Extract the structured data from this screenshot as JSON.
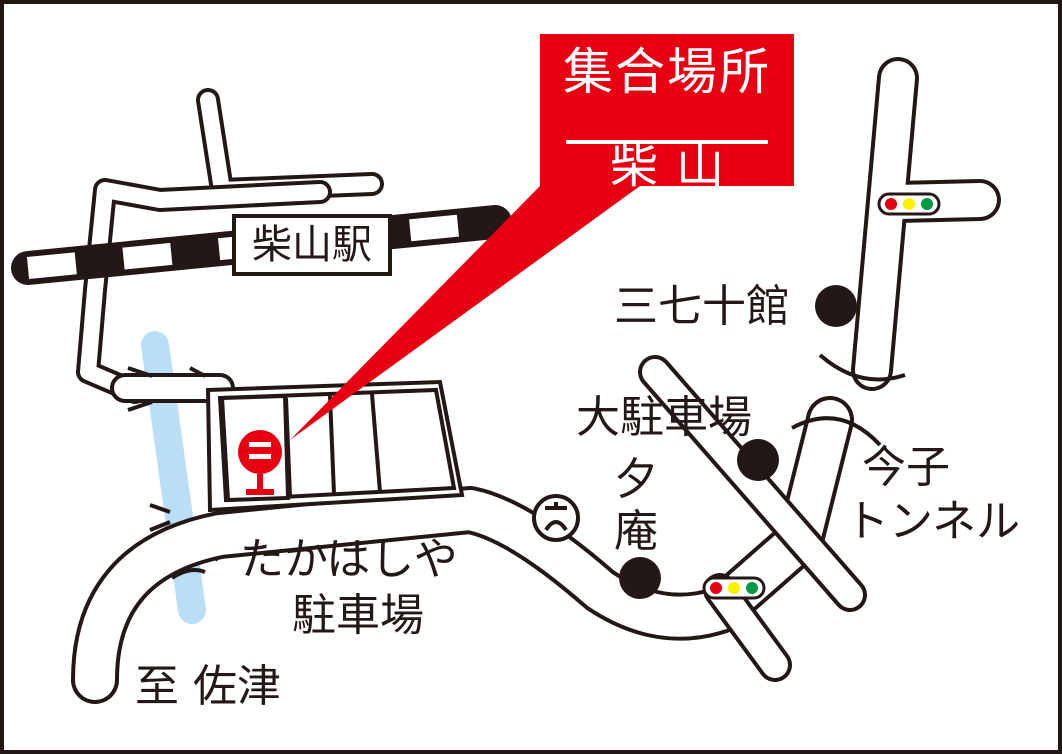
{
  "meeting_point": {
    "title": "集合場所",
    "name": "柴山"
  },
  "station": {
    "name": "柴山駅"
  },
  "landmarks": {
    "sanshichijukan": "三七十館",
    "daichushajo": "大駐車場",
    "yuan_1": "夕",
    "yuan_2": "庵",
    "takahashiya_1": "たかはしや",
    "takahashiya_2": "駐車場",
    "tunnel_1": "今子",
    "tunnel_2": "トンネル",
    "to_sazu": "至 佐津"
  },
  "icons": {
    "bus_stop": "bus-stop-icon",
    "school": "school-icon",
    "traffic_light": "traffic-light-icon",
    "landmark": "landmark-dot-icon"
  },
  "colors": {
    "accent_red": "#e60012",
    "river_blue": "#b9def5",
    "ink": "#231815",
    "signal_red": "#e60012",
    "signal_yellow": "#fff100",
    "signal_green": "#009944"
  }
}
